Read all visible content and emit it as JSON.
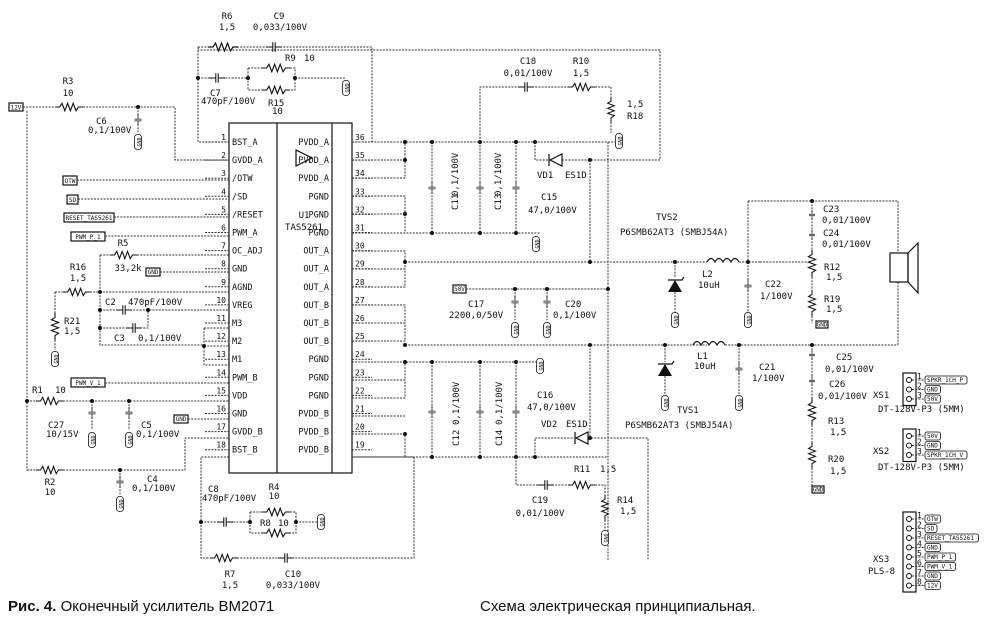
{
  "caption": {
    "figure_label": "Рис. 4.",
    "title": "Оконечный усилитель BM2071",
    "subtitle": "Схема электрическая принципиальная."
  },
  "ic": {
    "ref": "U1",
    "part": "TAS5261",
    "left_pins": [
      {
        "num": "1",
        "name": "BST_A"
      },
      {
        "num": "2",
        "name": "GVDD_A"
      },
      {
        "num": "3",
        "name": "/OTW"
      },
      {
        "num": "4",
        "name": "/SD"
      },
      {
        "num": "5",
        "name": "/RESET"
      },
      {
        "num": "6",
        "name": "PWM_A"
      },
      {
        "num": "7",
        "name": "OC_ADJ"
      },
      {
        "num": "8",
        "name": "GND"
      },
      {
        "num": "9",
        "name": "AGND"
      },
      {
        "num": "10",
        "name": "VREG"
      },
      {
        "num": "11",
        "name": "M3"
      },
      {
        "num": "12",
        "name": "M2"
      },
      {
        "num": "13",
        "name": "M1"
      },
      {
        "num": "14",
        "name": "PWM_B"
      },
      {
        "num": "15",
        "name": "VDD"
      },
      {
        "num": "16",
        "name": "GND"
      },
      {
        "num": "17",
        "name": "GVDD_B"
      },
      {
        "num": "18",
        "name": "BST_B"
      }
    ],
    "right_pins": [
      {
        "num": "36",
        "name": "PVDD_A"
      },
      {
        "num": "35",
        "name": "PVDD_A"
      },
      {
        "num": "34",
        "name": "PVDD_A"
      },
      {
        "num": "33",
        "name": "PGND"
      },
      {
        "num": "32",
        "name": "PGND"
      },
      {
        "num": "31",
        "name": "PGND"
      },
      {
        "num": "30",
        "name": "OUT_A"
      },
      {
        "num": "29",
        "name": "OUT_A"
      },
      {
        "num": "28",
        "name": "OUT_A"
      },
      {
        "num": "27",
        "name": "OUT_B"
      },
      {
        "num": "26",
        "name": "OUT_B"
      },
      {
        "num": "25",
        "name": "OUT_B"
      },
      {
        "num": "24",
        "name": "PGND"
      },
      {
        "num": "23",
        "name": "PGND"
      },
      {
        "num": "22",
        "name": "PGND"
      },
      {
        "num": "21",
        "name": "PVDD_B"
      },
      {
        "num": "20",
        "name": "PVDD_B"
      },
      {
        "num": "19",
        "name": "PVDD_B"
      }
    ]
  },
  "components": {
    "R1": {
      "ref": "R1",
      "value": "10"
    },
    "R2": {
      "ref": "R2",
      "value": "10"
    },
    "R3": {
      "ref": "R3",
      "value": "10"
    },
    "R4": {
      "ref": "R4",
      "value": "10"
    },
    "R5": {
      "ref": "R5",
      "value": "33,2k"
    },
    "R6": {
      "ref": "R6",
      "value": "1,5"
    },
    "R7": {
      "ref": "R7",
      "value": "1,5"
    },
    "R8": {
      "ref": "R8",
      "value": "10"
    },
    "R9": {
      "ref": "R9",
      "value": "10"
    },
    "R10": {
      "ref": "R10",
      "value": "1,5"
    },
    "R11": {
      "ref": "R11",
      "value": "1,5"
    },
    "R12": {
      "ref": "R12",
      "value": "1,5"
    },
    "R13": {
      "ref": "R13",
      "value": "1,5"
    },
    "R14": {
      "ref": "R14",
      "value": "1,5"
    },
    "R15": {
      "ref": "R15",
      "value": "10"
    },
    "R16": {
      "ref": "R16",
      "value": "1,5"
    },
    "R18": {
      "ref": "R18",
      "value": "1,5"
    },
    "R19": {
      "ref": "R19",
      "value": "1,5"
    },
    "R20": {
      "ref": "R20",
      "value": "1,5"
    },
    "R21": {
      "ref": "R21",
      "value": "1,5"
    },
    "C2": {
      "ref": "C2",
      "value": "470pF/100V"
    },
    "C3": {
      "ref": "C3",
      "value": "0,1/100V"
    },
    "C4": {
      "ref": "C4",
      "value": "0,1/100V"
    },
    "C5": {
      "ref": "C5",
      "value": "0,1/100V"
    },
    "C6": {
      "ref": "C6",
      "value": "0,1/100V"
    },
    "C7": {
      "ref": "C7",
      "value": "470pF/100V"
    },
    "C8": {
      "ref": "C8",
      "value": "470pF/100V"
    },
    "C9": {
      "ref": "C9",
      "value": "0,033/100V"
    },
    "C10": {
      "ref": "C10",
      "value": "0,033/100V"
    },
    "C11": {
      "ref": "C11",
      "value": "0,1/100V"
    },
    "C12": {
      "ref": "C12",
      "value": "0,1/100V"
    },
    "C13": {
      "ref": "C13",
      "value": "0,1/100V"
    },
    "C14": {
      "ref": "C14",
      "value": "0,1/100V"
    },
    "C15": {
      "ref": "C15",
      "value": "47,0/100V"
    },
    "C16": {
      "ref": "C16",
      "value": "47,0/100V"
    },
    "C17": {
      "ref": "C17",
      "value": "2200,0/50V"
    },
    "C18": {
      "ref": "C18",
      "value": "0,01/100V"
    },
    "C19": {
      "ref": "C19",
      "value": "0,01/100V"
    },
    "C20": {
      "ref": "C20",
      "value": "0,1/100V"
    },
    "C21": {
      "ref": "C21",
      "value": "1/100V"
    },
    "C22": {
      "ref": "C22",
      "value": "1/100V"
    },
    "C23": {
      "ref": "C23",
      "value": "0,01/100V"
    },
    "C24": {
      "ref": "C24",
      "value": "0,01/100V"
    },
    "C25": {
      "ref": "C25",
      "value": "0,01/100V"
    },
    "C26": {
      "ref": "C26",
      "value": "0,01/100V"
    },
    "C27": {
      "ref": "C27",
      "value": "10/15V"
    },
    "L1": {
      "ref": "L1",
      "value": "10uH"
    },
    "L2": {
      "ref": "L2",
      "value": "10uH"
    },
    "VD1": {
      "ref": "VD1",
      "value": "ES1D"
    },
    "VD2": {
      "ref": "VD2",
      "value": "ES1D"
    },
    "TVS1": {
      "ref": "TVS1",
      "value": "P6SMB62AT3 (SMBJ54A)"
    },
    "TVS2": {
      "ref": "TVS2",
      "value": "P6SMB62AT3 (SMBJ54A)"
    }
  },
  "net_labels": {
    "v12": "12V",
    "otw": "OTW",
    "sd": "SD",
    "reset": "RESET_TAS5261",
    "pwm_p": "PWM_P_1",
    "pwm_v": "PWM_V_1",
    "gnd": "GND",
    "v50": "50V"
  },
  "connectors": [
    {
      "ref": "XS1",
      "part": "DT-128V-P3 (5MM)",
      "pins": [
        {
          "num": "1",
          "net": "SPKR_1CH_P"
        },
        {
          "num": "2",
          "net": "GND"
        },
        {
          "num": "3",
          "net": "50V"
        }
      ]
    },
    {
      "ref": "XS2",
      "part": "DT-128V-P3 (5MM)",
      "pins": [
        {
          "num": "1",
          "net": "50V"
        },
        {
          "num": "2",
          "net": "GND"
        },
        {
          "num": "3",
          "net": "SPKR_1CH_V"
        }
      ]
    },
    {
      "ref": "XS3",
      "part": "PLS-8",
      "pins": [
        {
          "num": "1",
          "net": "OTW"
        },
        {
          "num": "2",
          "net": "SD"
        },
        {
          "num": "3",
          "net": "RESET_TAS5261"
        },
        {
          "num": "4",
          "net": "GND"
        },
        {
          "num": "5",
          "net": "PWM_P_1"
        },
        {
          "num": "6",
          "net": "PWM_V_1"
        },
        {
          "num": "7",
          "net": "GND"
        },
        {
          "num": "8",
          "net": "12V"
        }
      ]
    }
  ]
}
